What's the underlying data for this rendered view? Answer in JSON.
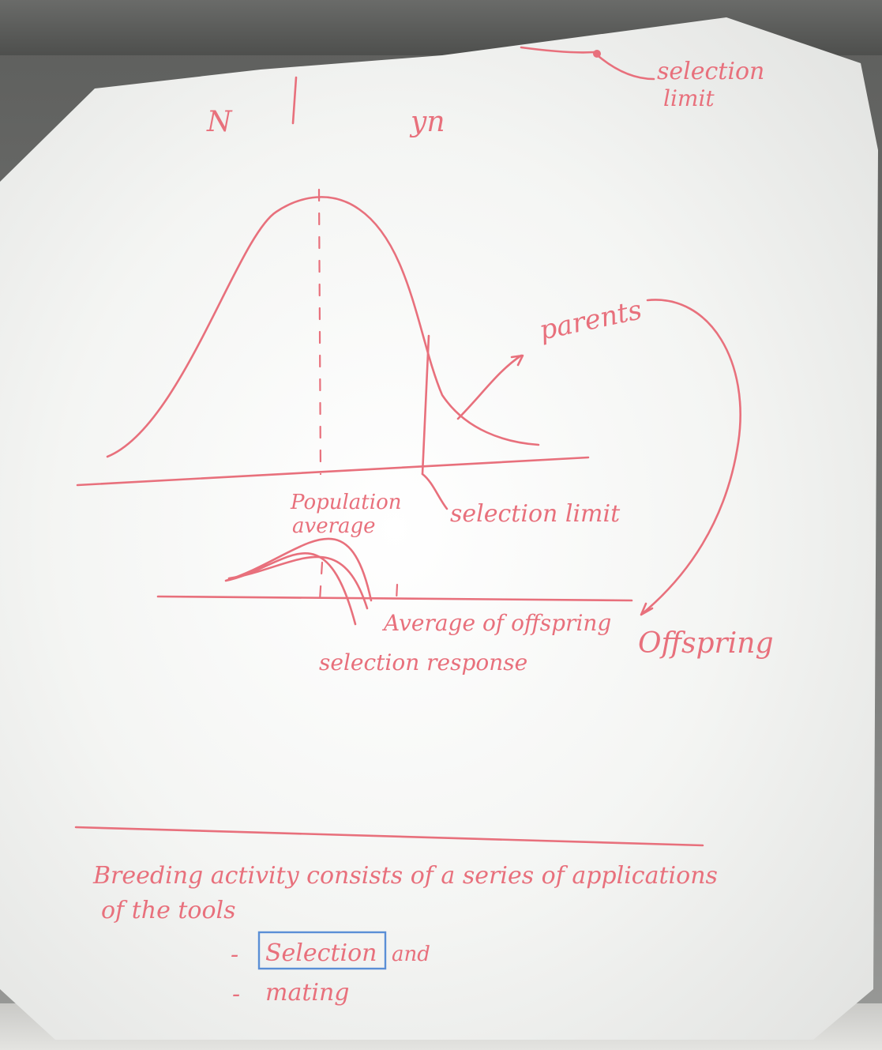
{
  "whiteboard": {
    "header": {
      "left_mark": "N",
      "right_mark": "yn"
    },
    "corner_note": {
      "line1": "selection",
      "line2": "limit"
    },
    "top_plot": {
      "average_label_line1": "Population",
      "average_label_line2": "average",
      "selection_limit_label": "selection limit",
      "parents_label": "parents"
    },
    "offspring_label": "Offspring",
    "bottom_plot": {
      "average_label": "Average of offspring",
      "response_label": "selection response"
    },
    "text": {
      "line1": "Breeding activity consists of a series of applications",
      "line2": "of the tools",
      "item1_dash": "-",
      "item1_word": "Selection",
      "item1_rest": "and",
      "item2_dash": "-",
      "item2_word": "mating"
    },
    "colors": {
      "marker": "#e8707c",
      "highlight_box": "#5b8fd6",
      "board": "#f2f3f1"
    }
  }
}
